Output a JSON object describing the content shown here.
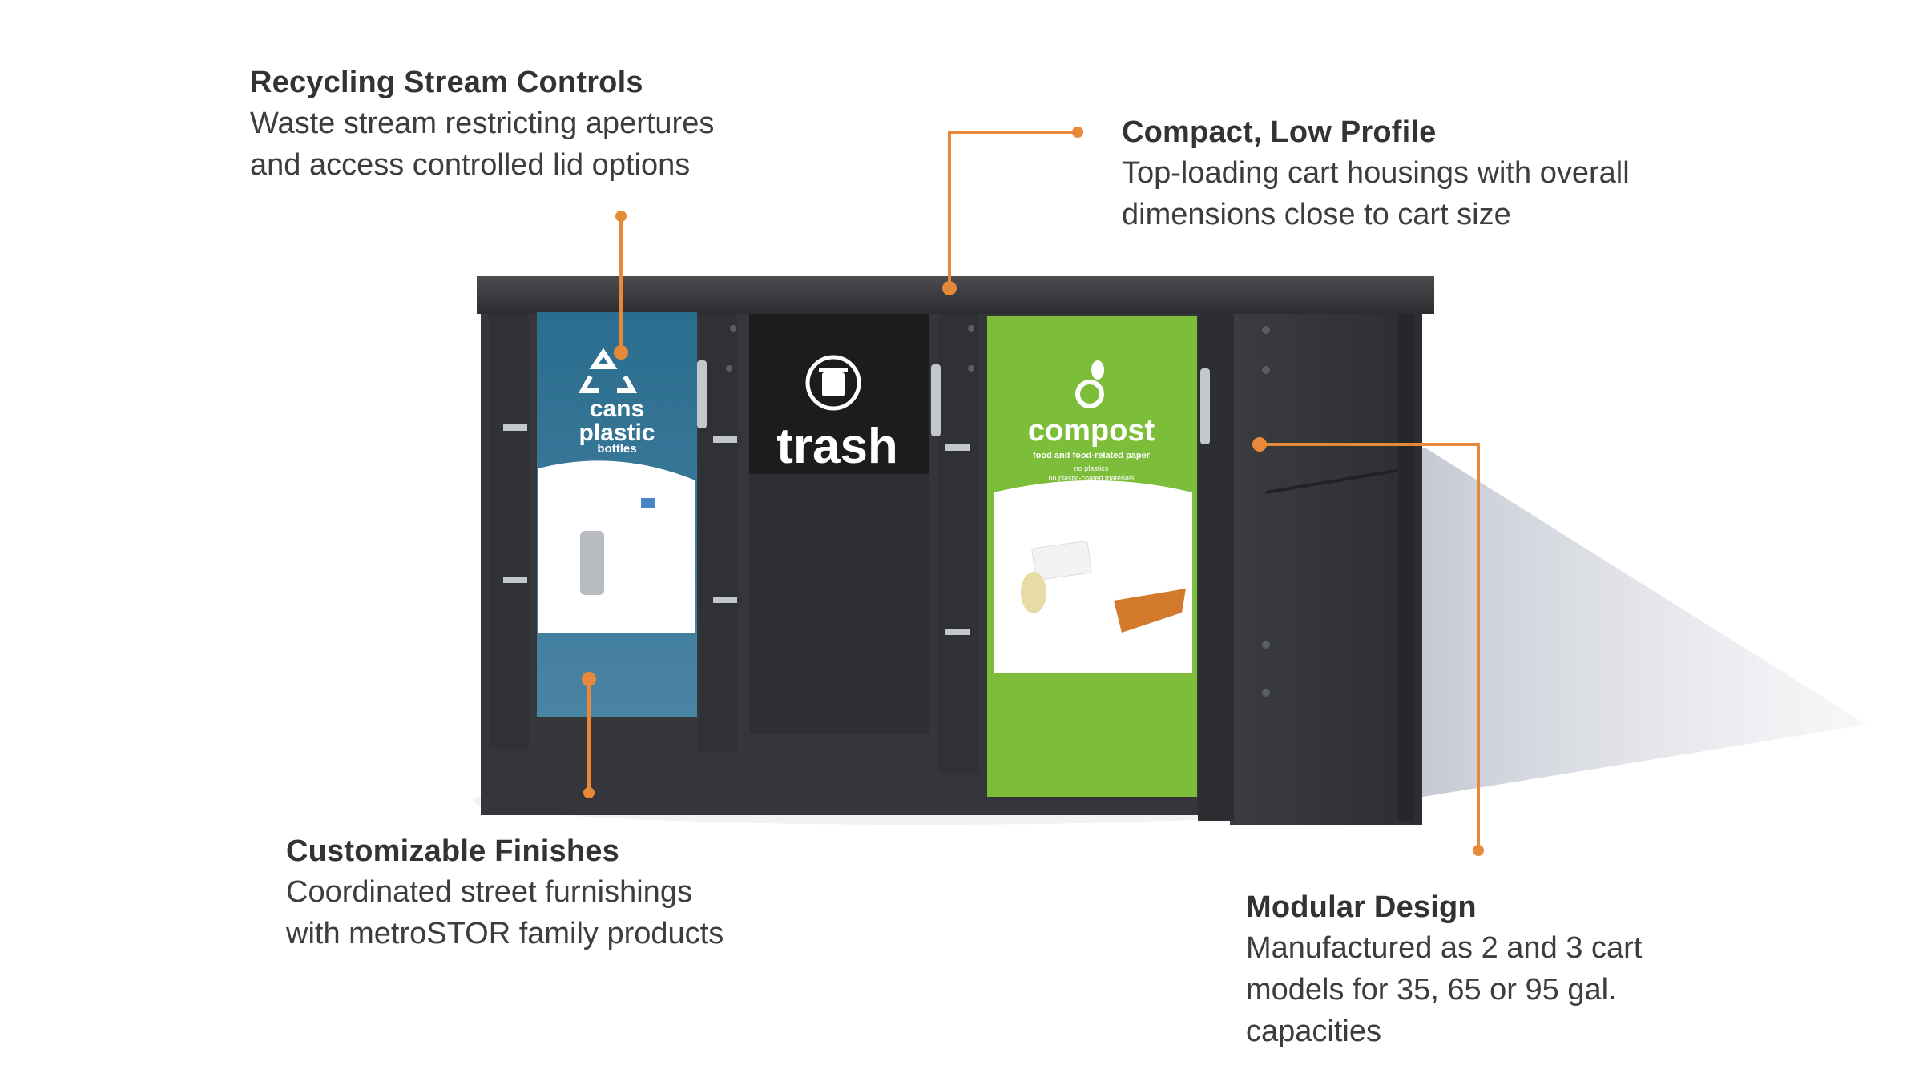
{
  "callouts": {
    "recycling": {
      "heading": "Recycling Stream Controls",
      "line1": "Waste stream restricting apertures",
      "line2": "and access controlled lid options"
    },
    "compact": {
      "heading": "Compact, Low Profile",
      "line1": "Top-loading cart housings with overall",
      "line2": "dimensions close to cart size"
    },
    "finishes": {
      "heading": "Customizable Finishes",
      "line1": "Coordinated street furnishings",
      "line2": "with metroSTOR family products"
    },
    "modular": {
      "heading": "Modular Design",
      "line1": "Manufactured as 2 and 3 cart",
      "line2": "models for 35, 65 or 95 gal.",
      "line3": "capacities"
    }
  },
  "bins": {
    "recycle": {
      "line1": "cans",
      "line2": "plastic",
      "line3": "bottles"
    },
    "trash": {
      "label": "trash"
    },
    "compost": {
      "label": "compost",
      "sub1": "food and food-related paper",
      "sub2": "no plastics",
      "sub3": "no plastic-coated materials"
    }
  },
  "colors": {
    "accent": "#e8893a",
    "housing": "#3a3c3f",
    "recycle_blue": "#2a6d8f",
    "compost_green": "#7cbd3a",
    "trash_black": "#1c1c1e"
  }
}
